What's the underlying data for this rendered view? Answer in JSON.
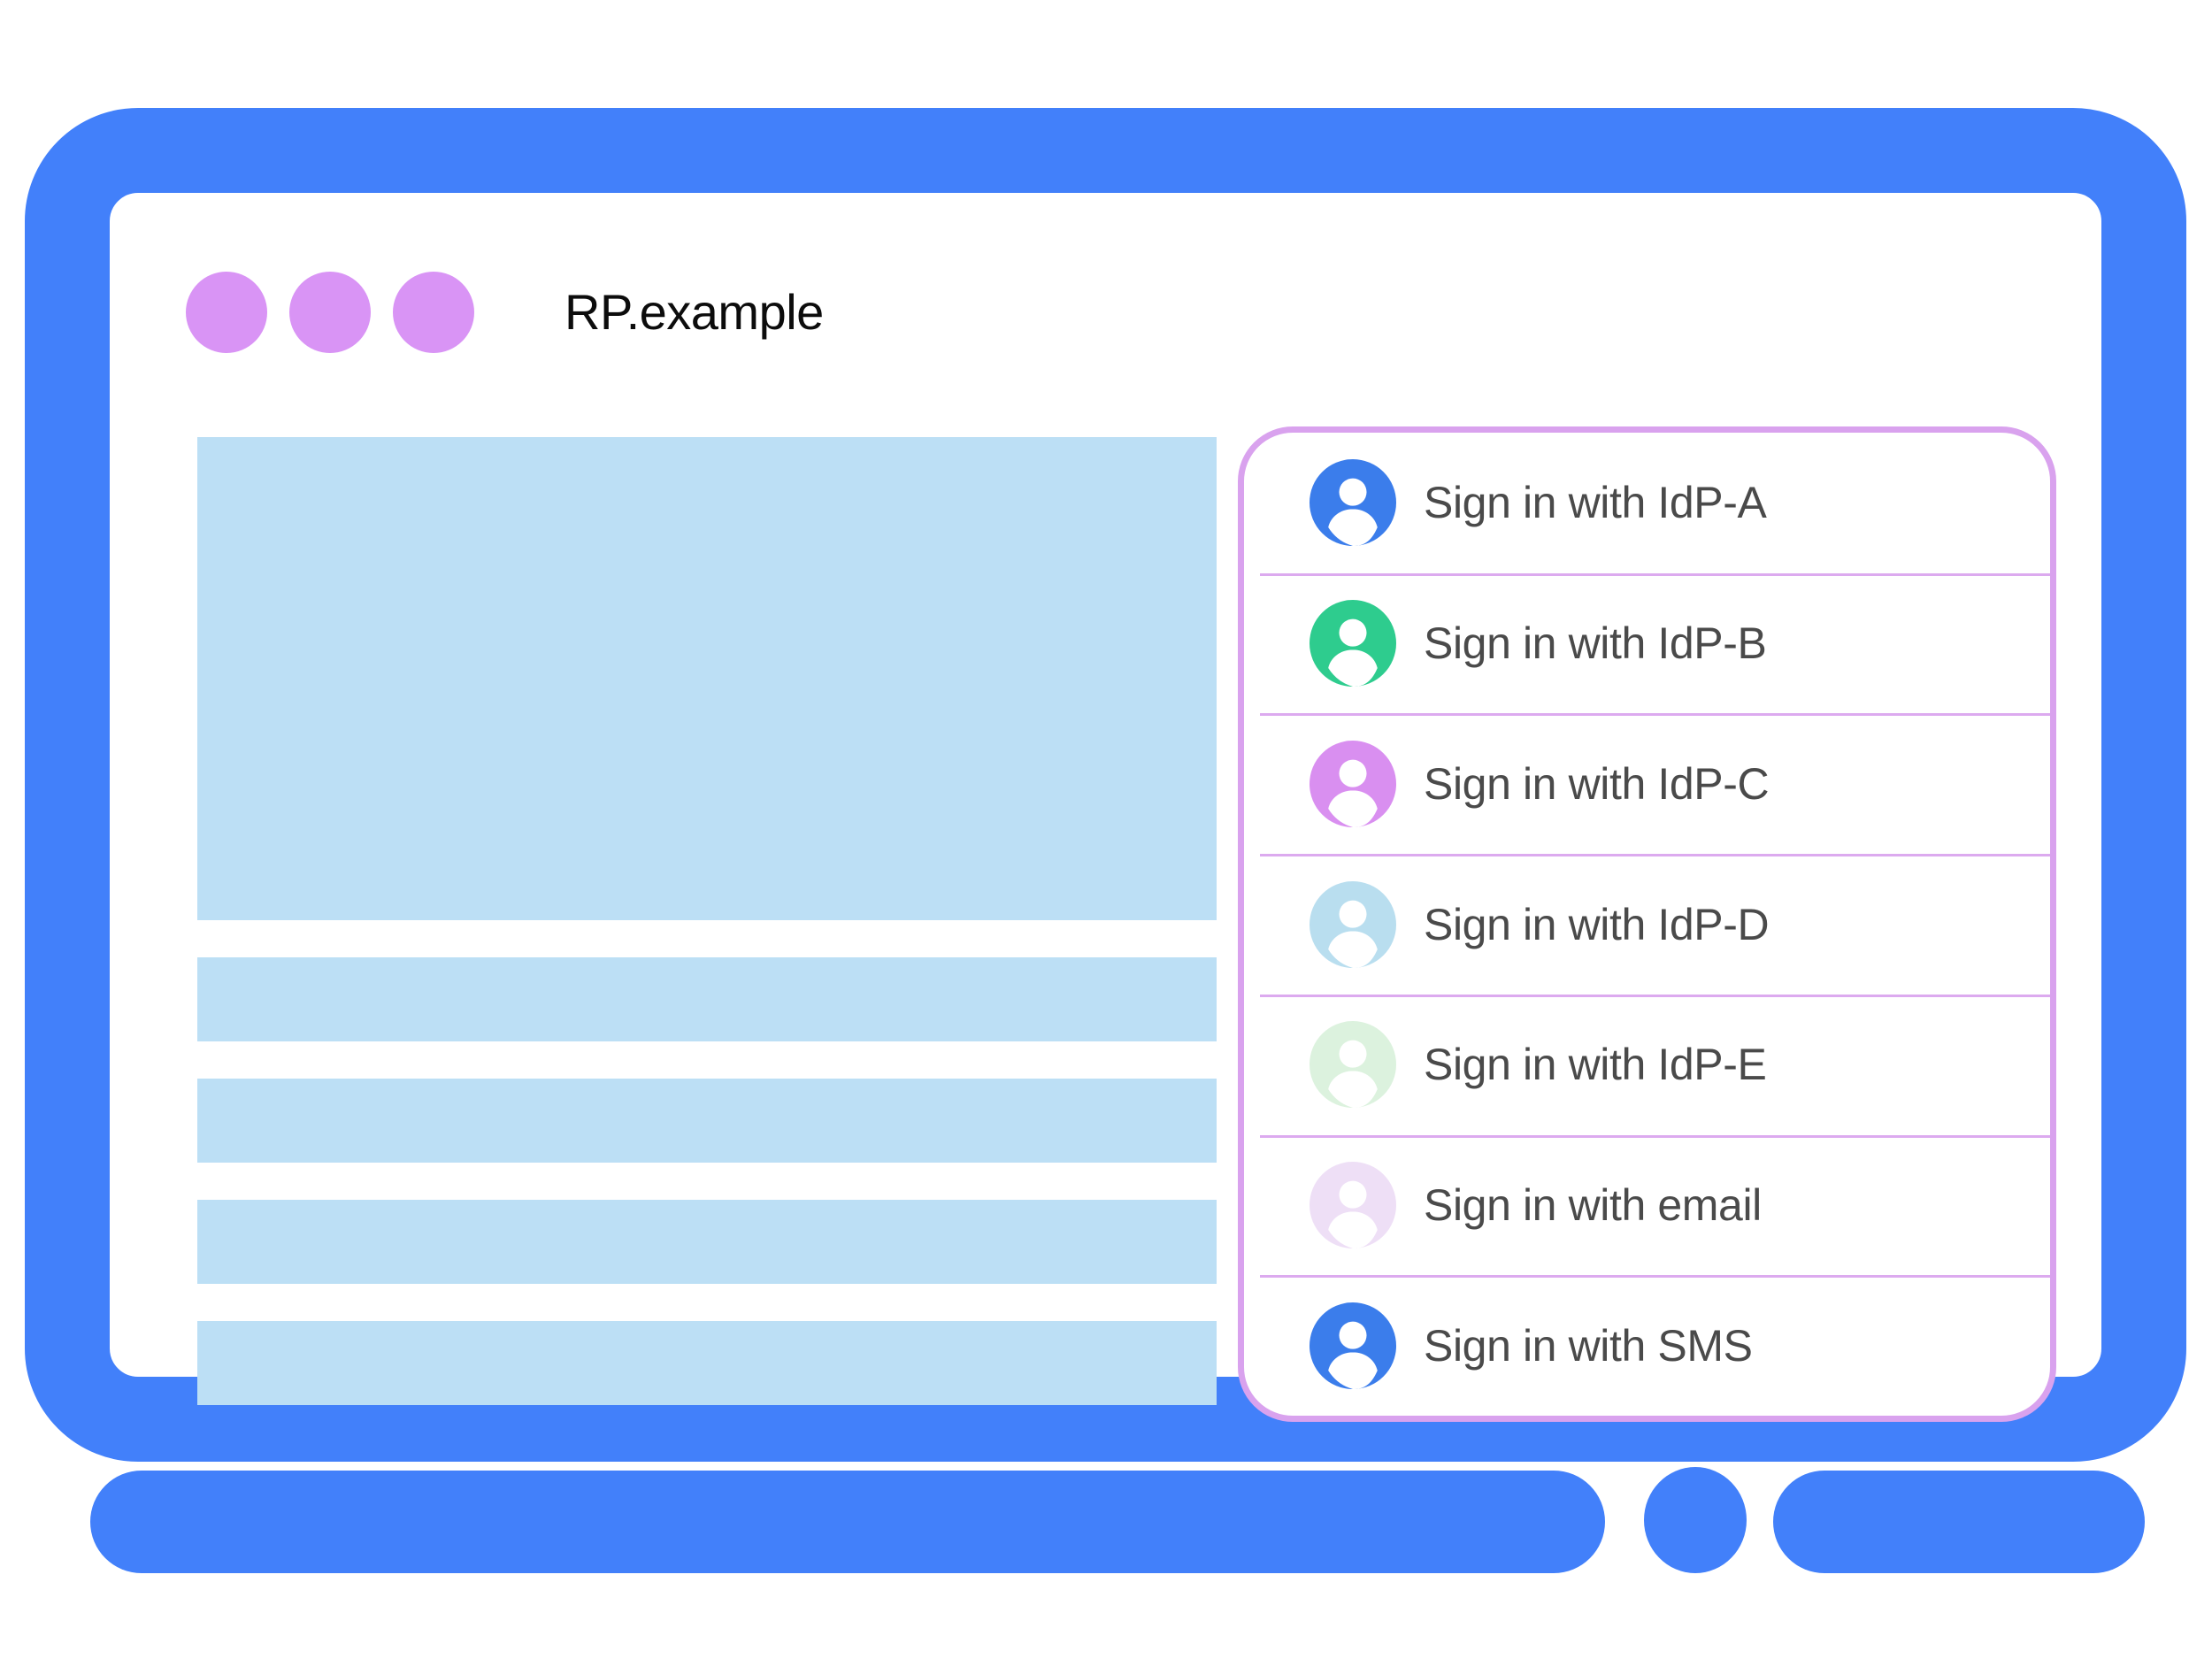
{
  "window": {
    "title": "RP.example",
    "traffic_light_dots": [
      "dot-one",
      "dot-two",
      "dot-three"
    ],
    "dot_color": "#d994f5"
  },
  "page_content": {
    "placeholder_color": "#bcdff5",
    "blocks": [
      {
        "name": "hero-placeholder"
      },
      {
        "name": "text-line-placeholder-1"
      },
      {
        "name": "text-line-placeholder-2"
      },
      {
        "name": "text-line-placeholder-3"
      },
      {
        "name": "text-line-placeholder-4"
      }
    ]
  },
  "account_chooser": {
    "border_color": "#d9a2ee",
    "divider_color": "#dcaaef",
    "label_color": "#4a4a4a",
    "items": [
      {
        "label": "Sign in with IdP-A",
        "icon": "account-avatar-icon",
        "avatar_color": "#3b7deb",
        "state": "active"
      },
      {
        "label": "Sign in with IdP-B",
        "icon": "account-avatar-icon",
        "avatar_color": "#2ecc8e",
        "state": "active"
      },
      {
        "label": "Sign in with IdP-C",
        "icon": "account-avatar-icon",
        "avatar_color": "#d98ff0",
        "state": "active"
      },
      {
        "label": "Sign in with IdP-D",
        "icon": "account-avatar-icon",
        "avatar_color": "#b9deef",
        "state": "faded"
      },
      {
        "label": "Sign in with IdP-E",
        "icon": "account-avatar-icon",
        "avatar_color": "#dcf2de",
        "state": "faded"
      },
      {
        "label": "Sign in with email",
        "icon": "account-avatar-icon",
        "avatar_color": "#eedff6",
        "state": "faded"
      },
      {
        "label": "Sign in with SMS",
        "icon": "account-avatar-icon",
        "avatar_color": "#3b7deb",
        "state": "active"
      }
    ]
  },
  "device": {
    "frame_color": "#4280fa"
  }
}
